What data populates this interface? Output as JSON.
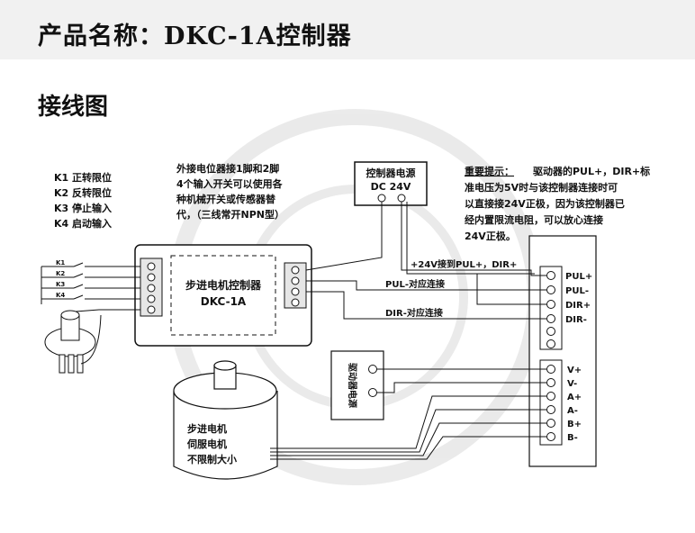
{
  "header": {
    "title": "产品名称：DKC-1A控制器"
  },
  "section": {
    "title": "接线图"
  },
  "switch_labels": [
    "K1 正转限位",
    "K2 反转限位",
    "K3 停止输入",
    "K4 启动输入"
  ],
  "switch_tags": [
    "K1",
    "K2",
    "K3",
    "K4"
  ],
  "input_note": [
    "外接电位器接1脚和2脚",
    "4个输入开关可以使用各",
    "种机械开关或传感器替",
    "代，（三线常开NPN型）"
  ],
  "controller": {
    "name": "步进电机控制器",
    "model": "DKC-1A"
  },
  "ctrl_psu": {
    "title": "控制器电源",
    "voltage": "DC 24V"
  },
  "important": {
    "label": "重要提示：",
    "lines": [
      "驱动器的PUL+，DIR+标",
      "准电压为5V时与该控制器连接时可",
      "以直接接24V正极，因为该控制器已",
      "经内置限流电阻，可以放心连接",
      "24V正极。"
    ]
  },
  "wire_labels": {
    "v24": "+24V接到PUL+，DIR+",
    "pul": "PUL-对应连接",
    "dir": "DIR-对应连接"
  },
  "driver_terms_top": [
    "PUL+",
    "PUL-",
    "DIR+",
    "DIR-"
  ],
  "driver_terms_bottom": [
    "V+",
    "V-",
    "A+",
    "A-",
    "B+",
    "B-"
  ],
  "drv_psu": {
    "label": "驱动器电源"
  },
  "motor": {
    "lines": [
      "步进电机",
      "伺服电机",
      "不限制大小"
    ]
  }
}
